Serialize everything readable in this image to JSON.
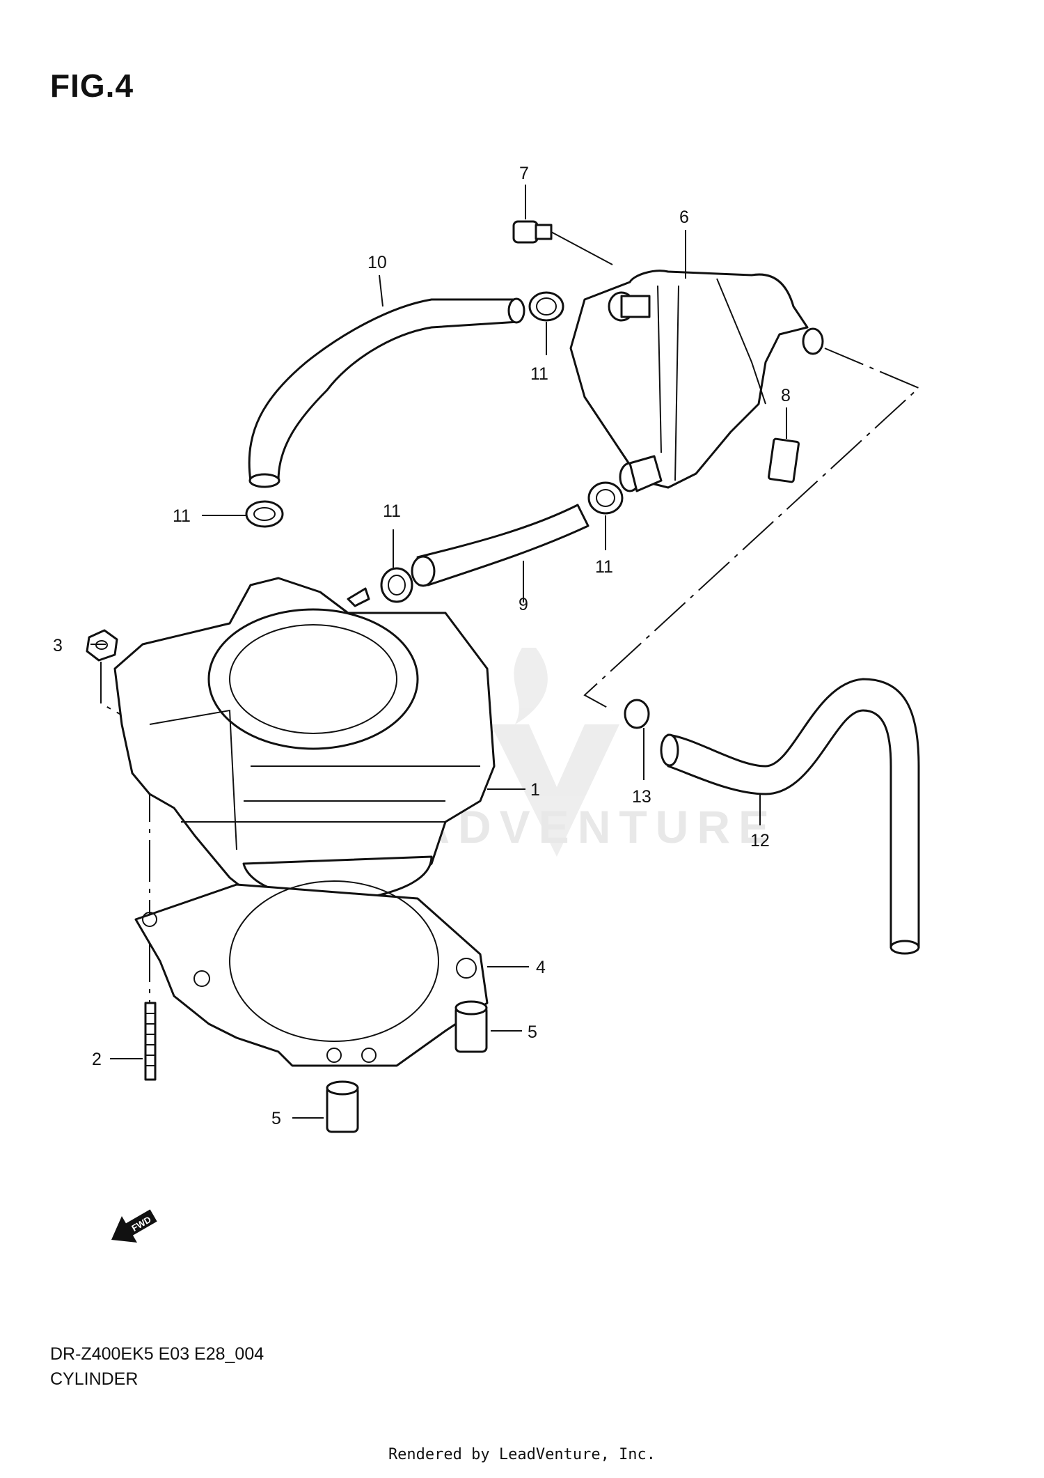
{
  "figure": {
    "title": "FIG.4",
    "model_code": "DR-Z400EK5 E03 E28_004",
    "section": "CYLINDER"
  },
  "callouts": {
    "c1": "1",
    "c2": "2",
    "c3": "3",
    "c4": "4",
    "c5a": "5",
    "c5b": "5",
    "c6": "6",
    "c7": "7",
    "c8": "8",
    "c9": "9",
    "c10": "10",
    "c11a": "11",
    "c11b": "11",
    "c11c": "11",
    "c11d": "11",
    "c12": "12",
    "c13": "13"
  },
  "fwd_marker": "FWD",
  "watermark": "LEADVENTURE",
  "credit": "Rendered by LeadVenture, Inc."
}
